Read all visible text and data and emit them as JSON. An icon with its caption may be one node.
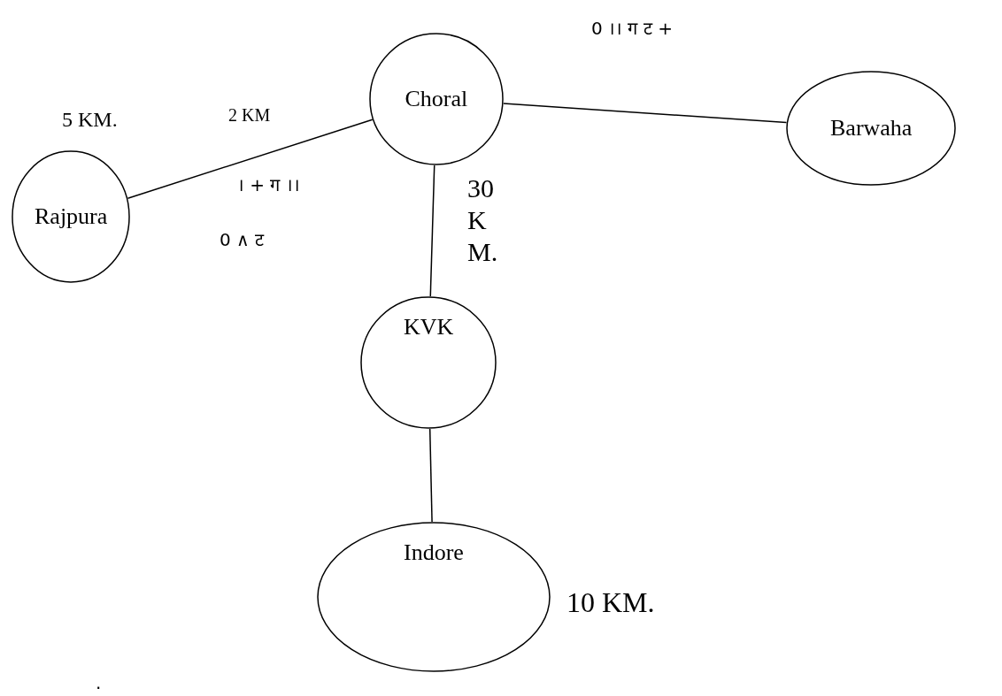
{
  "diagram": {
    "nodes": [
      {
        "text": [
          "Choral"
        ]
      },
      {
        "text": [
          "Barwaha"
        ]
      },
      {
        "text": [
          "Rajpura"
        ]
      },
      {
        "text": [
          "KVK"
        ]
      },
      {
        "text": [
          "Indore"
        ]
      }
    ],
    "edges": [
      {
        "from": 0,
        "to": 1,
        "arrow": "none"
      },
      {
        "from": 0,
        "to": 2,
        "arrow": "none",
        "label": "2 KM"
      },
      {
        "from": 0,
        "to": 3,
        "arrow": "none",
        "label": "30 K M."
      },
      {
        "from": 3,
        "to": 4,
        "arrow": "none"
      }
    ],
    "labels": [
      "0 ।। ग ट +",
      "5 KM.",
      "। + ग ।।",
      "0 ∧ ट",
      "10 KM.",
      "."
    ]
  }
}
